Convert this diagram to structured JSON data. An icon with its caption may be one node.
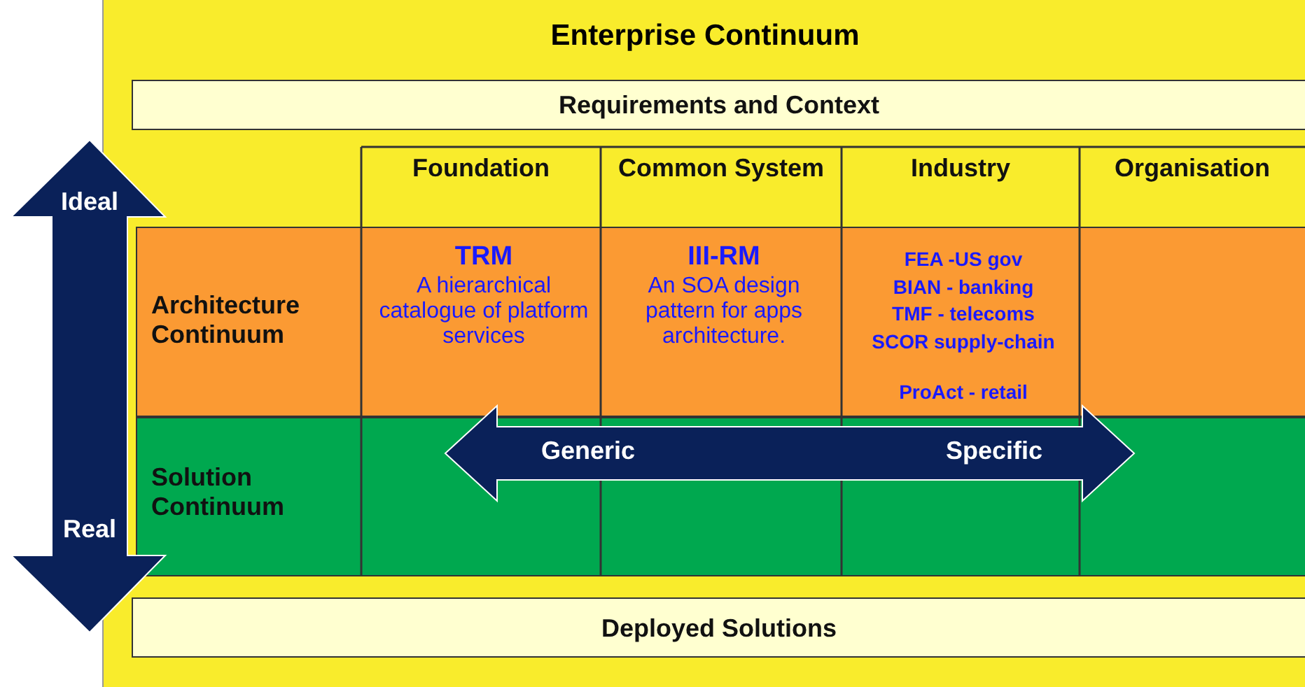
{
  "diagram": {
    "title": "Enterprise Continuum",
    "nodes": [
      {
        "text": [
          "Requirements and Context"
        ]
      },
      {
        "text": [
          "Architecture Continuum"
        ]
      },
      {
        "text": [
          "TRM",
          "A hierarchical catalogue of platform services"
        ],
        "in": 1
      },
      {
        "text": [
          "III-RM",
          "An SOA design pattern for apps architecture."
        ],
        "in": 1
      },
      {
        "text": [
          "FEA -US gov",
          "BIAN - banking",
          "TMF - telecoms",
          "SCOR supply-chain",
          "ProAct - retail"
        ],
        "in": 1
      },
      {
        "text": [
          "Solution Continuum"
        ]
      },
      {
        "text": [
          "Deployed Solutions"
        ]
      }
    ],
    "edges": [],
    "labels": [
      "Foundation",
      "Common System",
      "Industry",
      "Organisation",
      "Ideal",
      "Real",
      "Generic",
      "Specific"
    ]
  }
}
